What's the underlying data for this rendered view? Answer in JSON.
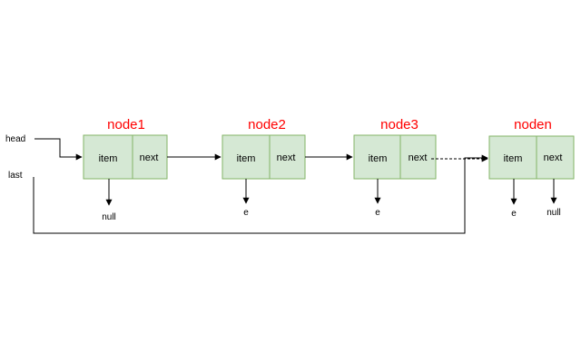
{
  "labels": {
    "head": "head",
    "last": "last"
  },
  "nodes": [
    {
      "title": "node1",
      "item_label": "item",
      "next_label": "next",
      "item_value": "null"
    },
    {
      "title": "node2",
      "item_label": "item",
      "next_label": "next",
      "item_value": "e"
    },
    {
      "title": "node3",
      "item_label": "item",
      "next_label": "next",
      "item_value": "e"
    },
    {
      "title": "noden",
      "item_label": "item",
      "next_label": "next",
      "item_value": "e",
      "next_value": "null"
    }
  ],
  "colors": {
    "node_fill": "#d5e8d4",
    "node_stroke": "#82b366",
    "title": "#ff0000",
    "edge": "#000000"
  }
}
